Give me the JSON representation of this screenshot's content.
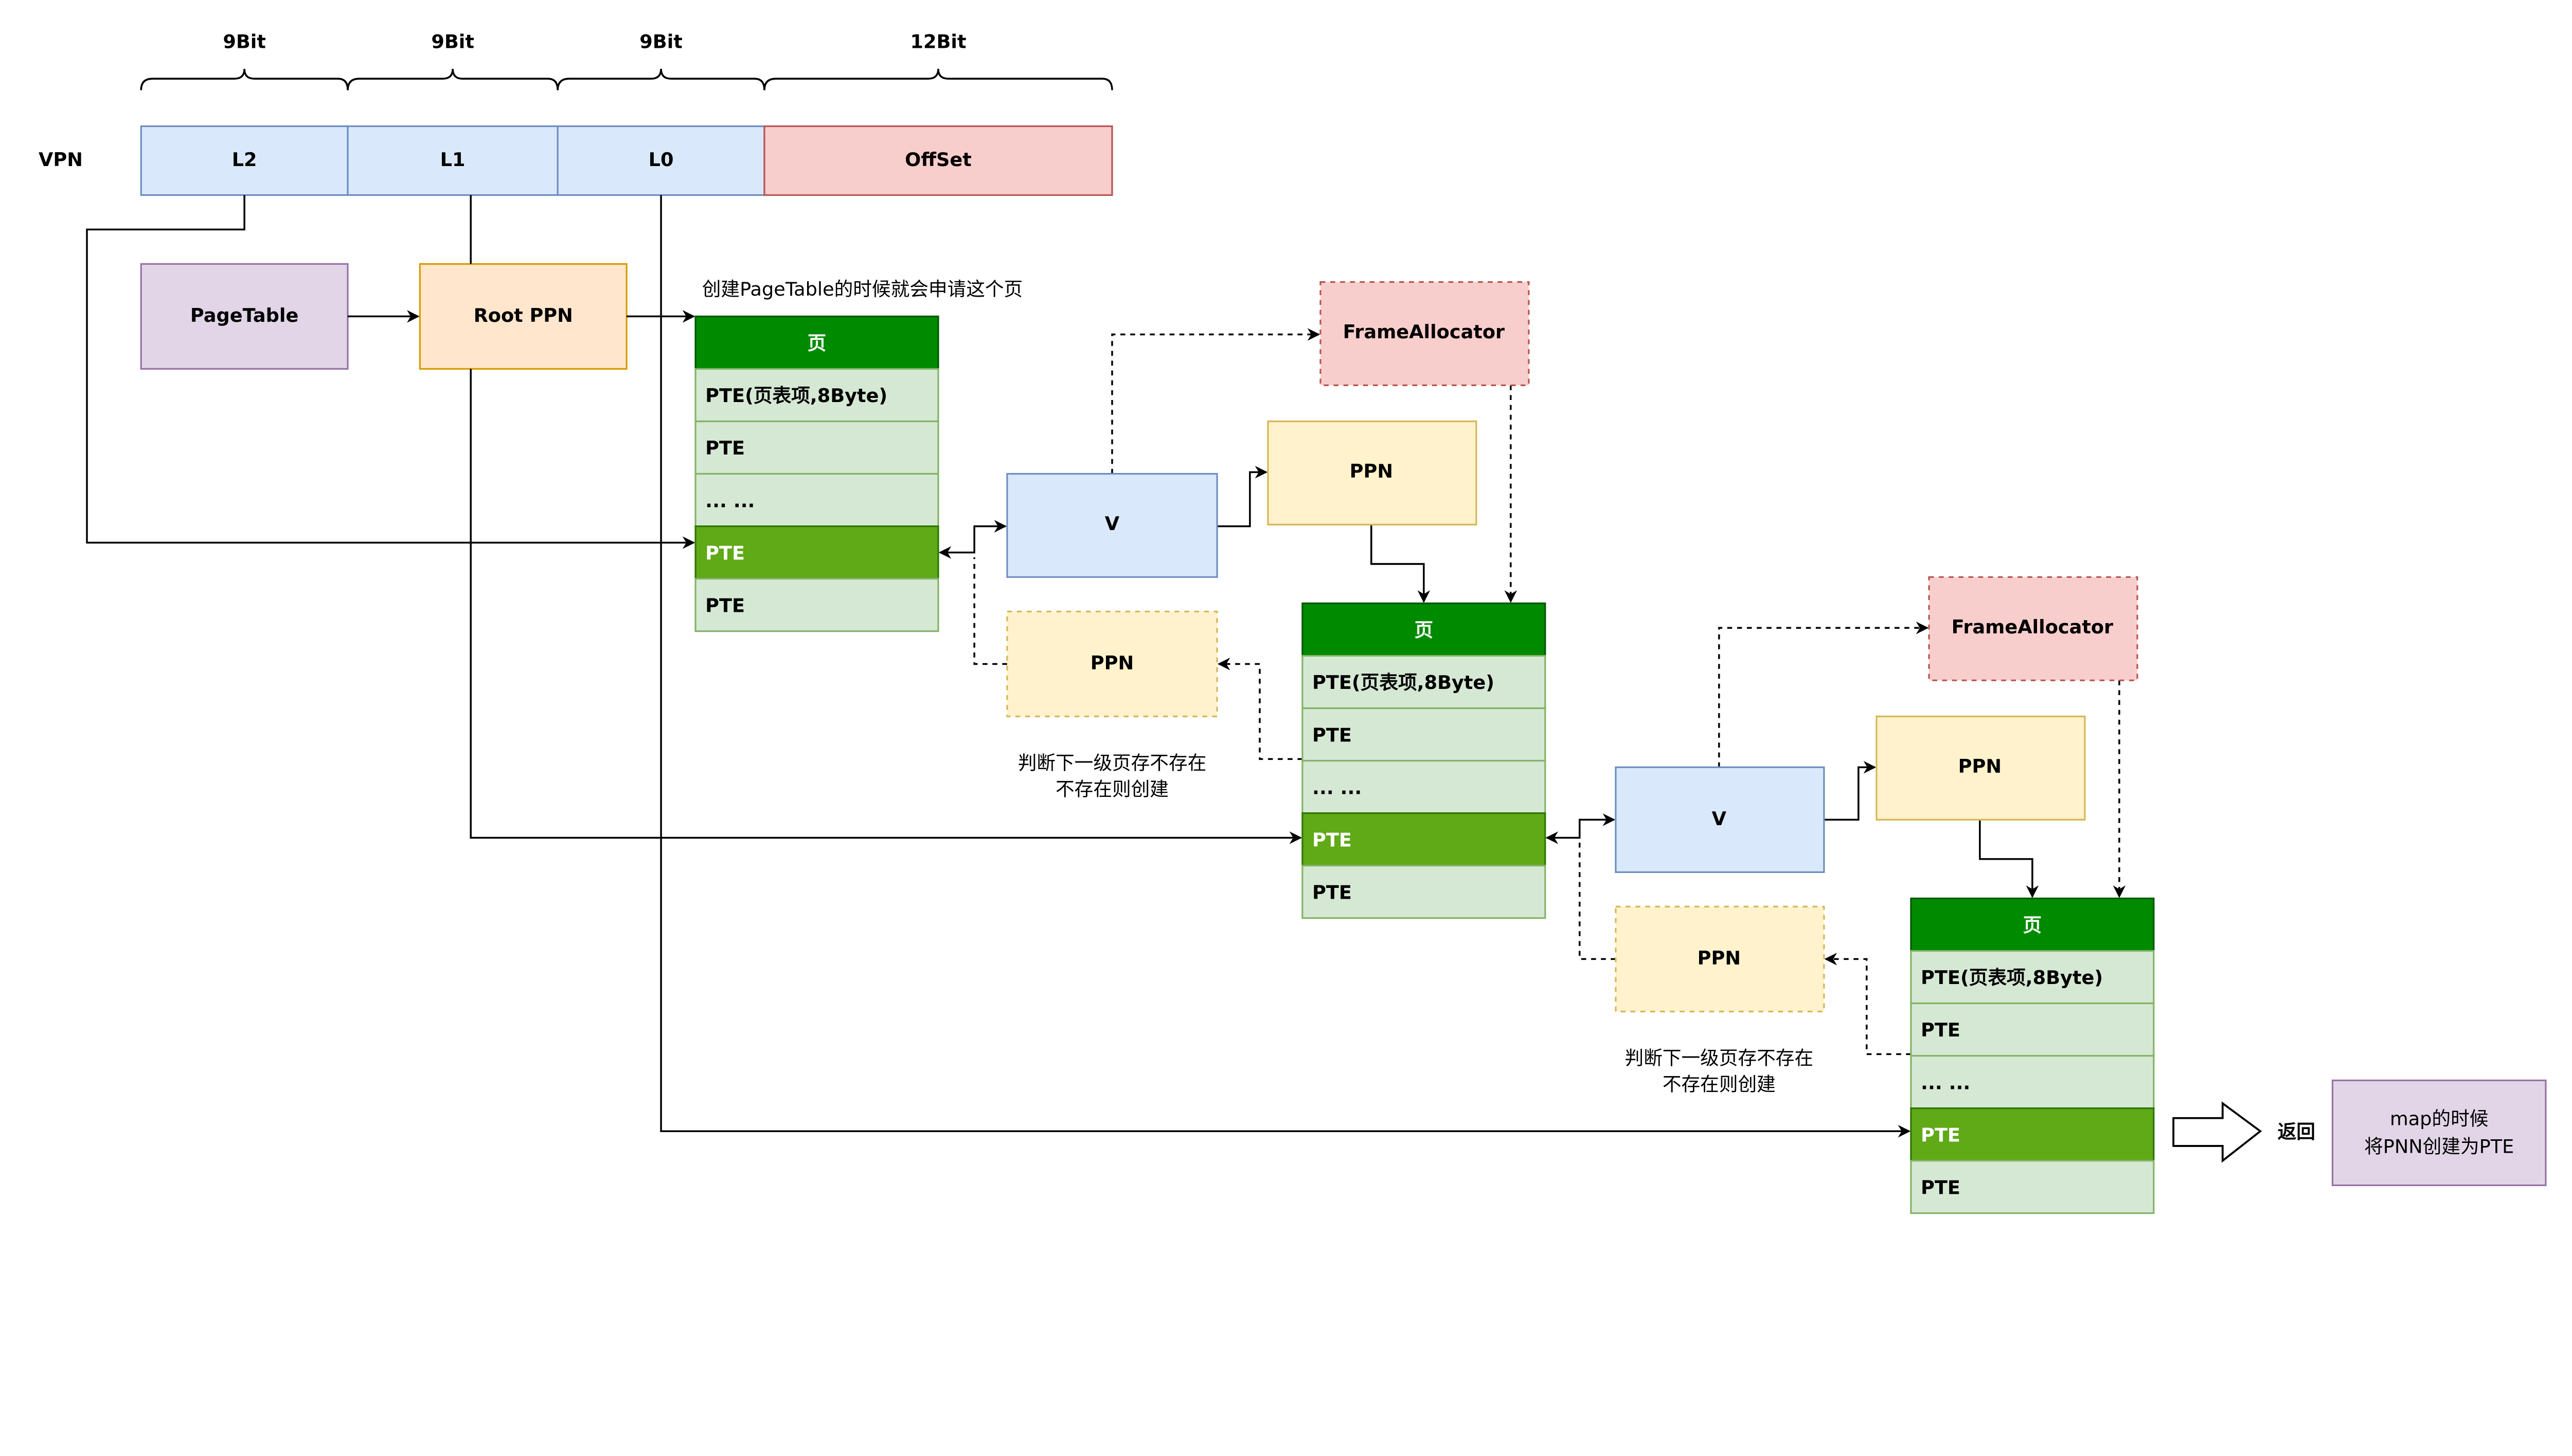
{
  "bits": [
    "9Bit",
    "9Bit",
    "9Bit",
    "12Bit"
  ],
  "vpn": {
    "label": "VPN",
    "fields": [
      "L2",
      "L1",
      "L0",
      "OffSet"
    ]
  },
  "pagetable_label": "PageTable",
  "root_ppn_label": "Root PPN",
  "create_note": "创建PageTable的时候就会申请这个页",
  "page_tables": [
    {
      "header": "页",
      "rows": [
        "PTE(页表项,8Byte)",
        "PTE",
        "... ...",
        "PTE",
        "PTE"
      ],
      "highlight_row": 3
    },
    {
      "header": "页",
      "rows": [
        "PTE(页表项,8Byte)",
        "PTE",
        "... ...",
        "PTE",
        "PTE"
      ],
      "highlight_row": 3
    },
    {
      "header": "页",
      "rows": [
        "PTE(页表项,8Byte)",
        "PTE",
        "... ...",
        "PTE",
        "PTE"
      ],
      "highlight_row": 3
    }
  ],
  "level1": {
    "v": "V",
    "ppn": "PPN",
    "frame_allocator": "FrameAllocator",
    "ppn_dashed": "PPN",
    "note_line1": "判断下一级页存不存在",
    "note_line2": "不存在则创建"
  },
  "level2": {
    "v": "V",
    "ppn": "PPN",
    "frame_allocator": "FrameAllocator",
    "ppn_dashed": "PPN",
    "note_line1": "判断下一级页存不存在",
    "note_line2": "不存在则创建"
  },
  "return_label": "返回",
  "result": {
    "line1": "map的时候",
    "line2": "将PNN创建为PTE"
  },
  "colors": {
    "blue_fill": "#dae8fc",
    "blue_stroke": "#6c8ebf",
    "red_fill": "#f8cecc",
    "red_stroke": "#b85450",
    "purple_fill": "#e1d5e7",
    "purple_stroke": "#9673a6",
    "orange_fill": "#ffe6cc",
    "orange_stroke": "#d79b00",
    "yellow_fill": "#fff2cc",
    "yellow_stroke": "#d6b656",
    "green_header": "#008a00",
    "green_row": "#d5e8d4",
    "green_highlight": "#60a917"
  }
}
